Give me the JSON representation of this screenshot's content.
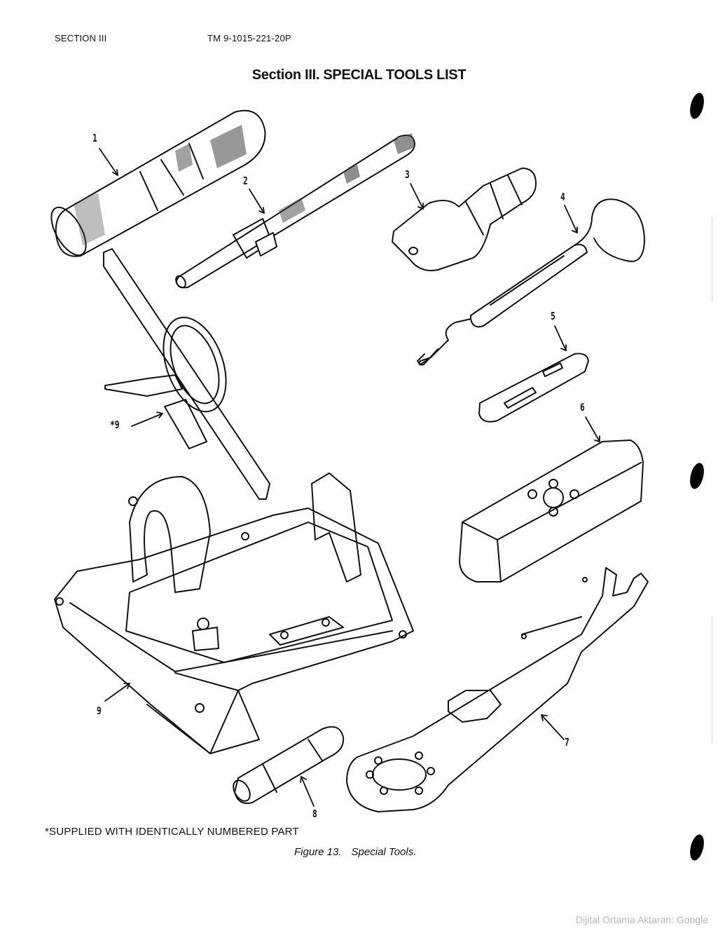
{
  "header": {
    "section_label": "SECTION III",
    "doc_number": "TM 9-1015-221-20P"
  },
  "page_title": "Section III.  SPECIAL TOOLS LIST",
  "figure": {
    "callouts": [
      "1",
      "2",
      "3",
      "4",
      "5",
      "6",
      "7",
      "8",
      "9",
      "*9"
    ],
    "footnote": "*SUPPLIED WITH IDENTICALLY NUMBERED PART",
    "caption_number": "Figure 13.",
    "caption_text": "Special Tools."
  },
  "watermark": "Dijital Ortama Aktaran: Google"
}
